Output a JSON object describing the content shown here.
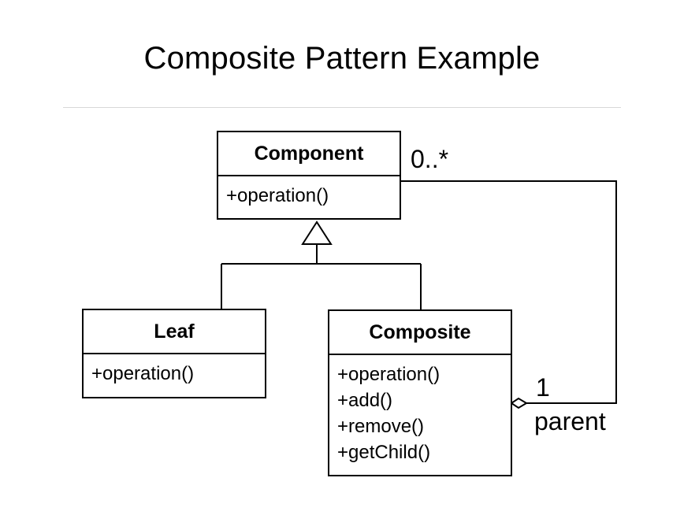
{
  "title": "Composite Pattern Example",
  "classes": {
    "component": {
      "name": "Component",
      "operations": [
        "+operation()"
      ]
    },
    "leaf": {
      "name": "Leaf",
      "operations": [
        "+operation()"
      ]
    },
    "composite": {
      "name": "Composite",
      "operations": [
        "+operation()",
        "+add()",
        "+remove()",
        "+getChild()"
      ]
    }
  },
  "association": {
    "multiplicity_component": "0..*",
    "multiplicity_composite": "1",
    "role": "parent"
  }
}
